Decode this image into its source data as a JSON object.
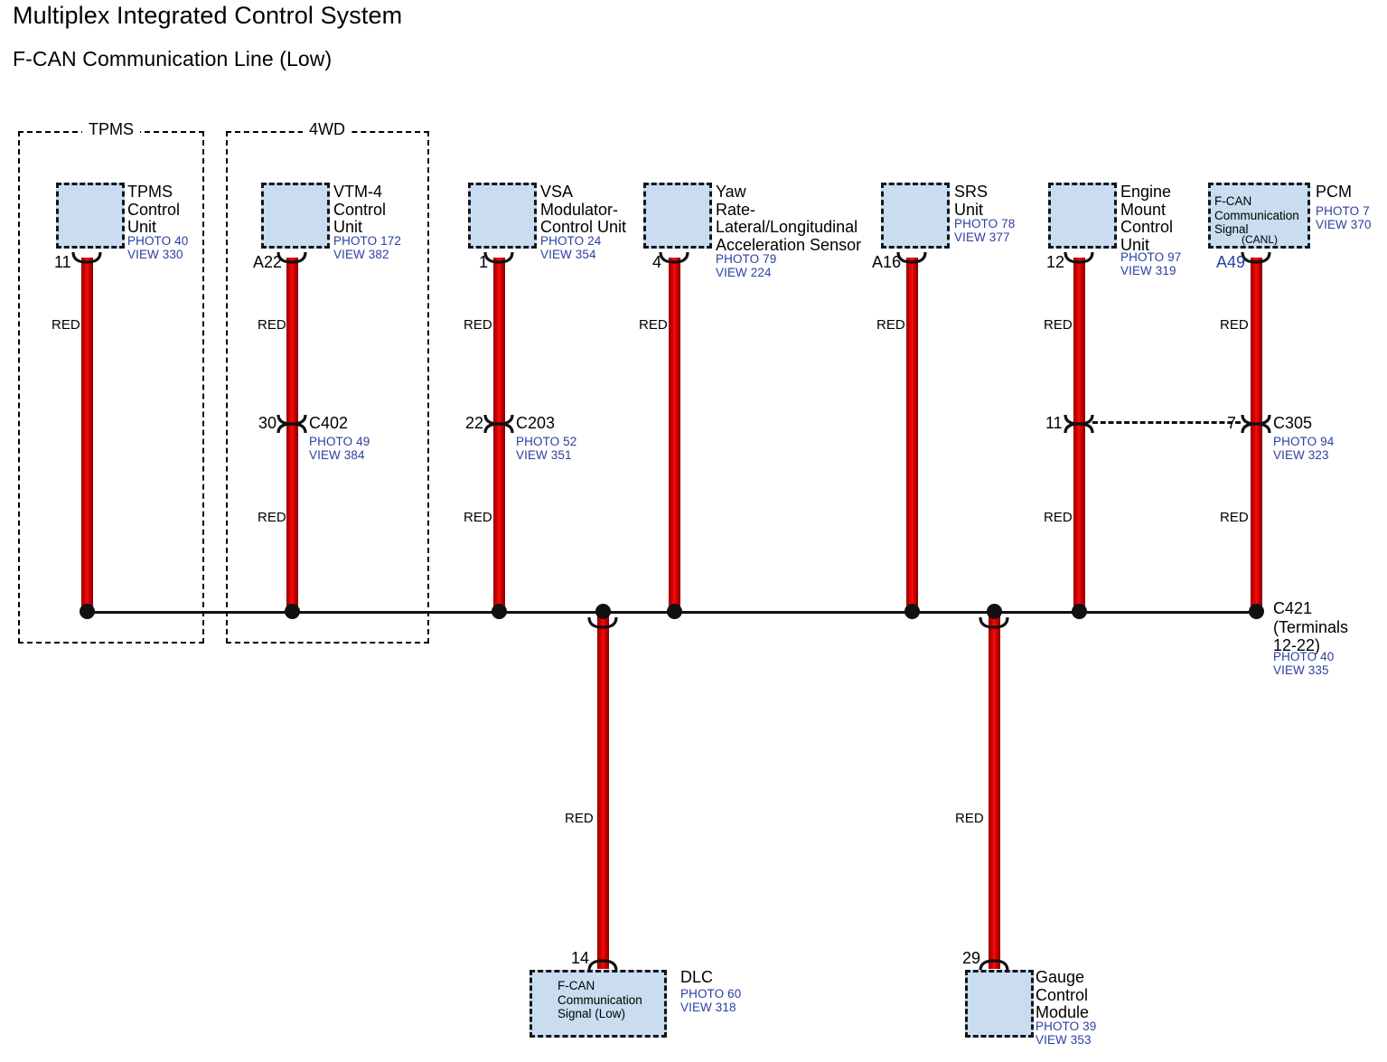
{
  "document": {
    "title": "Multiplex Integrated Control System",
    "subtitle": "F-CAN Communication Line (Low)"
  },
  "groups": [
    {
      "label": "TPMS"
    },
    {
      "label": "4WD"
    }
  ],
  "wire_color_label": "RED",
  "components": [
    {
      "id": "tpms-control-unit",
      "name": "TPMS\nControl\nUnit",
      "ref": "PHOTO 40\nVIEW 330",
      "terminal": "11",
      "terminal_color": "black"
    },
    {
      "id": "vtm-4-control-unit",
      "name": "VTM-4\nControl\nUnit",
      "ref": "PHOTO 172\nVIEW 382",
      "terminal": "A22",
      "terminal_color": "black"
    },
    {
      "id": "vsa-modulator-control-unit",
      "name": "VSA\nModulator-\nControl Unit",
      "ref": "PHOTO 24\nVIEW 354",
      "terminal": "1",
      "terminal_color": "black"
    },
    {
      "id": "yaw-rate-sensor",
      "name": "Yaw\nRate-\nLateral/Longitudinal\nAcceleration Sensor",
      "ref": "PHOTO 79\nVIEW 224",
      "terminal": "4",
      "terminal_color": "black"
    },
    {
      "id": "srs-unit",
      "name": "SRS\nUnit",
      "ref": "PHOTO 78\nVIEW 377",
      "terminal": "A16",
      "terminal_color": "black"
    },
    {
      "id": "engine-mount-control-unit",
      "name": "Engine\nMount\nControl\nUnit",
      "ref": "PHOTO 97\nVIEW 319",
      "terminal": "12",
      "terminal_color": "black"
    },
    {
      "id": "pcm",
      "name": "PCM",
      "ref": "PHOTO 7\nVIEW 370",
      "terminal": "A49",
      "terminal_color": "blue",
      "inner_label": "F-CAN\nCommunication\nSignal",
      "inner_sub": "(CANL)"
    },
    {
      "id": "dlc",
      "name": "DLC",
      "ref": "PHOTO 60\nVIEW 318",
      "terminal": "14",
      "terminal_color": "black",
      "inner_label": "F-CAN\nCommunication\nSignal (Low)"
    },
    {
      "id": "gauge-control-module",
      "name": "Gauge\nControl\nModule",
      "ref": "PHOTO 39\nVIEW 353",
      "terminal": "29",
      "terminal_color": "black"
    }
  ],
  "connectors": [
    {
      "id": "c402",
      "name": "C402",
      "terminal": "30",
      "ref": "PHOTO 49\nVIEW 384"
    },
    {
      "id": "c203",
      "name": "C203",
      "terminal": "22",
      "ref": "PHOTO 52\nVIEW 351"
    },
    {
      "id": "c305-left",
      "name": "",
      "terminal": "11",
      "ref": ""
    },
    {
      "id": "c305",
      "name": "C305",
      "terminal": "7",
      "ref": "PHOTO 94\nVIEW 323"
    }
  ],
  "bus_end": {
    "name": "C421\n(Terminals\n12-22)",
    "ref": "PHOTO 40\nVIEW 335"
  },
  "colors": {
    "wire_red": "#d60000",
    "box_fill": "#c9dcf0",
    "box_border": "#12161c",
    "ref_blue": "#2b3fa0",
    "bus_black": "#111111"
  }
}
